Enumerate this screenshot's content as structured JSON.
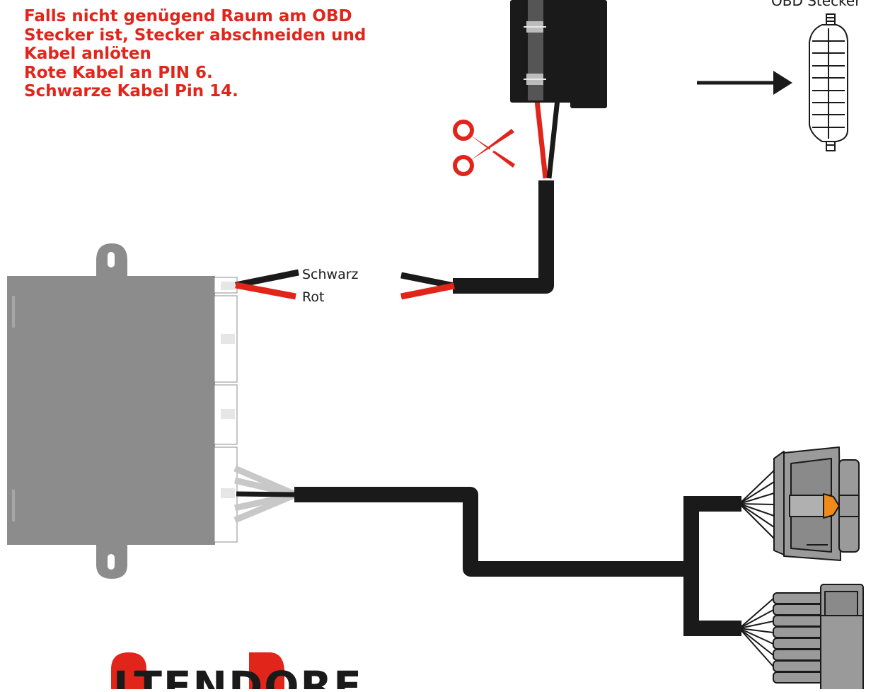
{
  "note": {
    "lines": [
      "Falls nicht genügend Raum am OBD",
      "Stecker ist, Stecker abschneiden und",
      "Kabel anlöten",
      "Rote Kabel an PIN 6.",
      "Schwarze Kabel Pin 14."
    ]
  },
  "obd_label": "OBD Stecker",
  "wire_labels": {
    "black": "Schwarz",
    "red": "Rot"
  },
  "logo": {
    "text": "LTENDORF"
  },
  "colors": {
    "note_text": "#e1251b",
    "wire_red": "#e1251b",
    "wire_black": "#1a1a1a",
    "module_grey": "#8c8c8c",
    "connector_grey": "#9a9a9a",
    "connector_dark": "#1a1a1a",
    "latch_orange": "#f28a1a",
    "logo_red": "#e1251b"
  },
  "icons": {
    "scissors": "scissors-icon",
    "arrow": "arrow-right-icon"
  }
}
